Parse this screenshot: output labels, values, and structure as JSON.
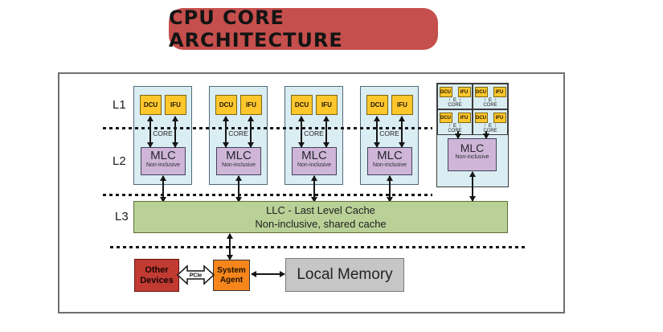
{
  "banner": {
    "title": "CPU CORE ARCHITECTURE"
  },
  "labels": {
    "l1": "L1",
    "l2": "L2",
    "l3": "L3"
  },
  "core_block": {
    "count": 4,
    "dcu": "DCU",
    "ifu": "IFU",
    "core": "CORE",
    "mlc": "MLC",
    "mlc_note": "Non-inclusive"
  },
  "ecore_cluster": {
    "cell_count": 4,
    "dcu": "DCU",
    "ifu": "IFU",
    "e": "E",
    "core": "CORE",
    "mlc": "MLC",
    "mlc_note": "Non-inclusive",
    "up_arrow_icon": "↑"
  },
  "llc": {
    "title": "LLC - Last Level Cache",
    "subtitle": "Non-inclusive, shared cache"
  },
  "io": {
    "other_devices_line1": "Other",
    "other_devices_line2": "Devices",
    "pcie": "PCIe",
    "system_agent_line1": "System",
    "system_agent_line2": "Agent",
    "local_memory": "Local Memory"
  },
  "colors": {
    "banner_red": "#c54f4c",
    "core_fill": "#daedf3",
    "unit_yellow": "#ffc72c",
    "mlc_purple": "#cfb6d8",
    "llc_green": "#b9d197",
    "devices_red": "#c23b32",
    "agent_orange": "#f6861b",
    "memory_gray": "#c6c6c6"
  }
}
